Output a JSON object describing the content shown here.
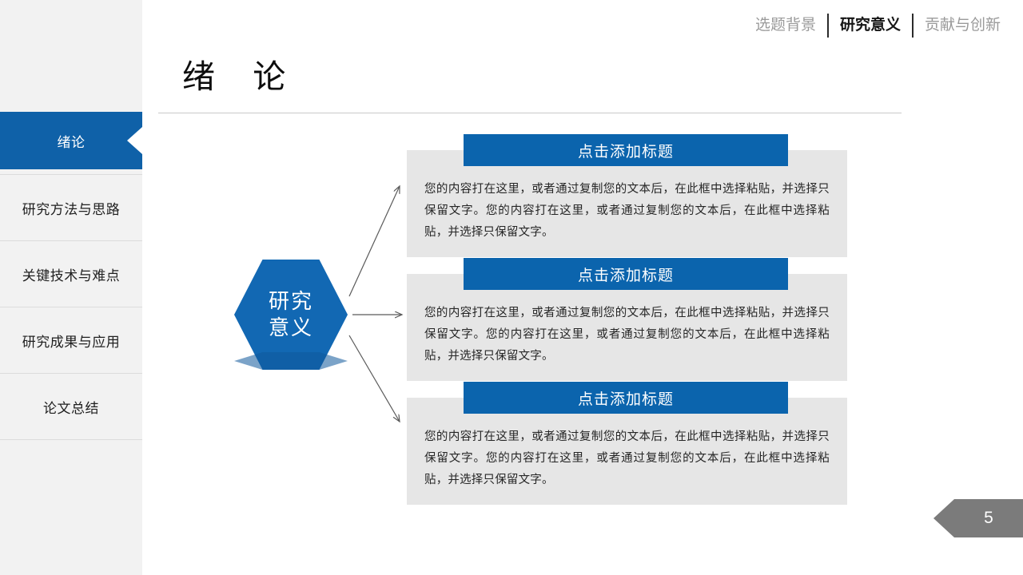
{
  "topnav": {
    "items": [
      {
        "label": "选题背景",
        "active": false
      },
      {
        "label": "研究意义",
        "active": true
      },
      {
        "label": "贡献与创新",
        "active": false
      }
    ]
  },
  "sidebar": {
    "items": [
      {
        "label": "绪论",
        "active": true
      },
      {
        "label": "研究方法与思路",
        "active": false
      },
      {
        "label": "关键技术与难点",
        "active": false
      },
      {
        "label": "研究成果与应用",
        "active": false
      },
      {
        "label": "论文总结",
        "active": false
      }
    ]
  },
  "slide": {
    "title": "绪 论",
    "page_number": "5"
  },
  "diagram": {
    "hub": {
      "line1": "研究",
      "line2": "意义"
    },
    "cards": [
      {
        "header": "点击添加标题",
        "text": "您的内容打在这里，或者通过复制您的文本后，在此框中选择粘贴，并选择只保留文字。您的内容打在这里，或者通过复制您的文本后，在此框中选择粘贴，并选择只保留文字。"
      },
      {
        "header": "点击添加标题",
        "text": "您的内容打在这里，或者通过复制您的文本后，在此框中选择粘贴，并选择只保留文字。您的内容打在这里，或者通过复制您的文本后，在此框中选择粘贴，并选择只保留文字。"
      },
      {
        "header": "点击添加标题",
        "text": "您的内容打在这里，或者通过复制您的文本后，在此框中选择粘贴，并选择只保留文字。您的内容打在这里，或者通过复制您的文本后，在此框中选择粘贴，并选择只保留文字。"
      }
    ]
  },
  "colors": {
    "accent_blue": "#0f61a8",
    "header_blue": "#0b64ad",
    "card_gray": "#e6e6e6",
    "sidebar_gray": "#f2f2f2",
    "badge_gray": "#7b7b7b"
  }
}
